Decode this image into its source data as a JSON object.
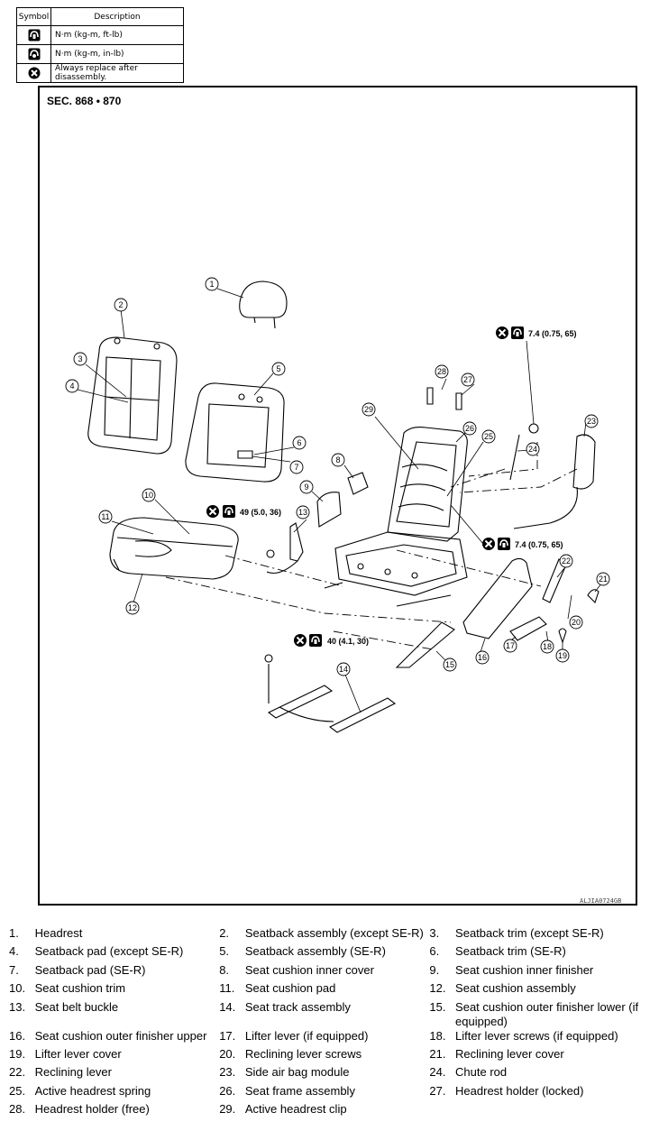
{
  "legend": {
    "header_symbol": "Symbol",
    "header_description": "Description",
    "rows": [
      {
        "icon": "torque-ft-lb-icon",
        "description": "N·m (kg-m, ft-lb)"
      },
      {
        "icon": "torque-in-lb-icon",
        "description": "N·m (kg-m, in-lb)"
      },
      {
        "icon": "always-replace-icon",
        "description": "Always replace after disassembly."
      }
    ]
  },
  "diagram": {
    "section": "SEC. 868 • 870",
    "code": "ALJIA0724GB",
    "torques": {
      "t1": "7.4 (0.75, 65)",
      "t2": "49 (5.0, 36)",
      "t3": "7.4 (0.75, 65)",
      "t4": "40 (4.1, 30)"
    },
    "callouts": [
      "1",
      "2",
      "3",
      "4",
      "5",
      "6",
      "7",
      "8",
      "9",
      "10",
      "11",
      "12",
      "13",
      "14",
      "15",
      "16",
      "17",
      "18",
      "19",
      "20",
      "21",
      "22",
      "23",
      "24",
      "25",
      "26",
      "27",
      "28",
      "29"
    ]
  },
  "parts": [
    {
      "n": "1.",
      "t": "Headrest"
    },
    {
      "n": "2.",
      "t": "Seatback assembly (except SE-R)"
    },
    {
      "n": "3.",
      "t": "Seatback trim (except SE-R)"
    },
    {
      "n": "4.",
      "t": "Seatback pad (except SE-R)"
    },
    {
      "n": "5.",
      "t": "Seatback assembly (SE-R)"
    },
    {
      "n": "6.",
      "t": "Seatback trim (SE-R)"
    },
    {
      "n": "7.",
      "t": "Seatback pad (SE-R)"
    },
    {
      "n": "8.",
      "t": "Seat cushion inner cover"
    },
    {
      "n": "9.",
      "t": "Seat cushion inner finisher"
    },
    {
      "n": "10.",
      "t": "Seat cushion trim"
    },
    {
      "n": "11.",
      "t": "Seat cushion pad"
    },
    {
      "n": "12.",
      "t": "Seat cushion assembly"
    },
    {
      "n": "13.",
      "t": "Seat belt buckle"
    },
    {
      "n": "14.",
      "t": "Seat track assembly"
    },
    {
      "n": "15.",
      "t": "Seat cushion outer finisher lower (if equipped)"
    },
    {
      "n": "16.",
      "t": "Seat cushion outer finisher upper"
    },
    {
      "n": "17.",
      "t": "Lifter lever (if equipped)"
    },
    {
      "n": "18.",
      "t": "Lifter lever screws (if equipped)"
    },
    {
      "n": "19.",
      "t": "Lifter lever cover"
    },
    {
      "n": "20.",
      "t": "Reclining lever screws"
    },
    {
      "n": "21.",
      "t": "Reclining lever cover"
    },
    {
      "n": "22.",
      "t": "Reclining lever"
    },
    {
      "n": "23.",
      "t": "Side air bag module"
    },
    {
      "n": "24.",
      "t": "Chute rod"
    },
    {
      "n": "25.",
      "t": "Active headrest spring"
    },
    {
      "n": "26.",
      "t": "Seat frame assembly"
    },
    {
      "n": "27.",
      "t": "Headrest holder (locked)"
    },
    {
      "n": "28.",
      "t": "Headrest holder (free)"
    },
    {
      "n": "29.",
      "t": "Active headrest clip"
    }
  ]
}
